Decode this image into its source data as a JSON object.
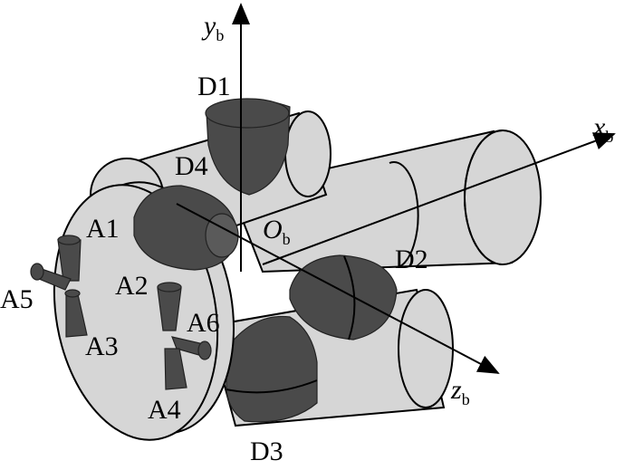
{
  "labels": {
    "y_axis": "y",
    "y_sub": "b",
    "x_axis": "x",
    "x_sub": "b",
    "z_axis": "z",
    "z_sub": "b",
    "origin": "O",
    "origin_sub": "b",
    "D1": "D1",
    "D2": "D2",
    "D3": "D3",
    "D4": "D4",
    "A1": "A1",
    "A2": "A2",
    "A3": "A3",
    "A4": "A4",
    "A5": "A5",
    "A6": "A6"
  },
  "colors": {
    "body": "#d6d6d6",
    "thruster": "#4a4a4a"
  }
}
